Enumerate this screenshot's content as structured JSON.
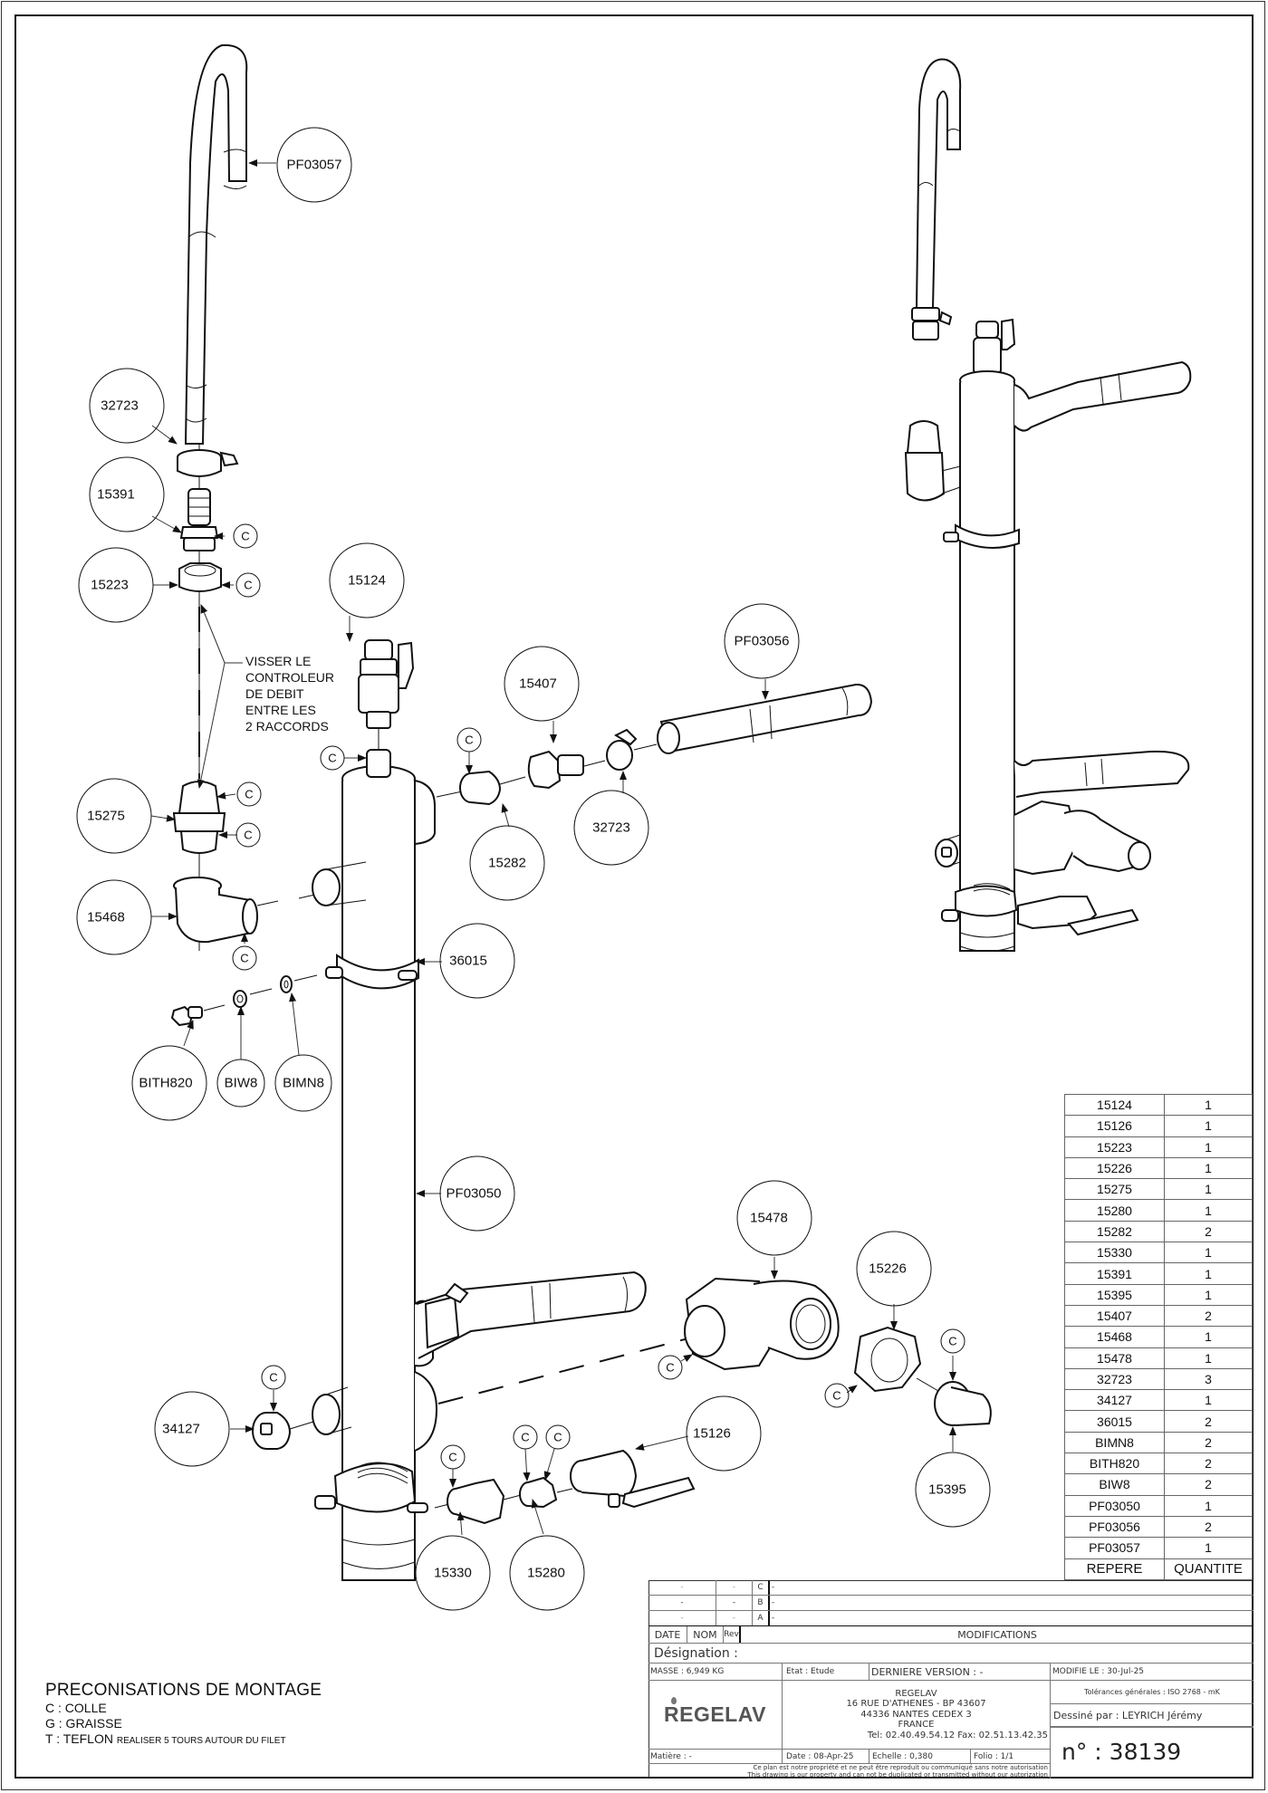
{
  "drawing": {
    "callouts_left": {
      "pf03057": "PF03057",
      "p32723_top": "32723",
      "p15391": "15391",
      "p15223": "15223",
      "p15124": "15124",
      "p15275": "15275",
      "p15468": "15468",
      "p36015": "36015",
      "bith820": "BITH820",
      "biw8": "BIW8",
      "bimn8": "BIMN8",
      "pf03050": "PF03050",
      "p34127": "34127",
      "p15330": "15330",
      "p15280": "15280",
      "p15126": "15126",
      "p15407": "15407",
      "p15282": "15282",
      "p32723_mid": "32723",
      "pf03056": "PF03056",
      "p15478": "15478",
      "p15226": "15226",
      "p15395": "15395"
    },
    "glue_marker": "C",
    "assembly_note": [
      "VISSER LE",
      "CONTROLEUR",
      "DE DEBIT",
      "ENTRE LES",
      "2 RACCORDS"
    ]
  },
  "bom": {
    "rows": [
      {
        "ref": "15124",
        "qty": "1"
      },
      {
        "ref": "15126",
        "qty": "1"
      },
      {
        "ref": "15223",
        "qty": "1"
      },
      {
        "ref": "15226",
        "qty": "1"
      },
      {
        "ref": "15275",
        "qty": "1"
      },
      {
        "ref": "15280",
        "qty": "1"
      },
      {
        "ref": "15282",
        "qty": "2"
      },
      {
        "ref": "15330",
        "qty": "1"
      },
      {
        "ref": "15391",
        "qty": "1"
      },
      {
        "ref": "15395",
        "qty": "1"
      },
      {
        "ref": "15407",
        "qty": "2"
      },
      {
        "ref": "15468",
        "qty": "1"
      },
      {
        "ref": "15478",
        "qty": "1"
      },
      {
        "ref": "32723",
        "qty": "3"
      },
      {
        "ref": "34127",
        "qty": "1"
      },
      {
        "ref": "36015",
        "qty": "2"
      },
      {
        "ref": "BIMN8",
        "qty": "2"
      },
      {
        "ref": "BITH820",
        "qty": "2"
      },
      {
        "ref": "BIW8",
        "qty": "2"
      },
      {
        "ref": "PF03050",
        "qty": "1"
      },
      {
        "ref": "PF03056",
        "qty": "2"
      },
      {
        "ref": "PF03057",
        "qty": "1"
      }
    ],
    "header": {
      "ref": "REPERE",
      "qty": "QUANTITE"
    }
  },
  "title_block": {
    "revisions": [
      {
        "date": "-",
        "nom": "-",
        "rev": "C",
        "mod": "-"
      },
      {
        "date": "-",
        "nom": "-",
        "rev": "B",
        "mod": "-"
      },
      {
        "date": "-",
        "nom": "-",
        "rev": "A",
        "mod": "-"
      }
    ],
    "rev_header": {
      "date": "DATE",
      "nom": "NOM",
      "rev": "Rev",
      "mod": "MODIFICATIONS"
    },
    "designation": "Désignation :",
    "masse": "MASSE : 6,949 KG",
    "etat": "Etat : Etude",
    "derniere_version": "DERNIERE VERSION : -",
    "modifie_le": "MODIFIE LE : 30-Jul-25",
    "company_logo": "REGELAV",
    "address": [
      "REGELAV",
      "16 RUE D'ATHENES - BP 43607",
      "44336 NANTES CEDEX 3",
      "FRANCE",
      "Tel:   02.40.49.54.12   Fax:   02.51.13.42.35"
    ],
    "tolerances": "Tolérances générales : ISO 2768 - mK",
    "dessine_par": "Dessiné par : LEYRICH Jérémy",
    "matiere": "Matière : -",
    "date": "Date : 08-Apr-25",
    "echelle": "Echelle : 0,380",
    "folio": "Folio : 1/1",
    "numero": "n° : 38139",
    "disclaimer_fr": "Ce plan est notre propriété et ne peut être reproduit ou communiqué sans notre autorisation",
    "disclaimer_en": "This drawing is our property and can not be duplicated or transmitted without our autorization"
  },
  "notes": {
    "title": "PRECONISATIONS DE MONTAGE",
    "lines": [
      "C : COLLE",
      "G : GRAISSE",
      "T : TEFLON"
    ],
    "teflon_detail": "REALISER 5 TOURS AUTOUR DU FILET"
  }
}
